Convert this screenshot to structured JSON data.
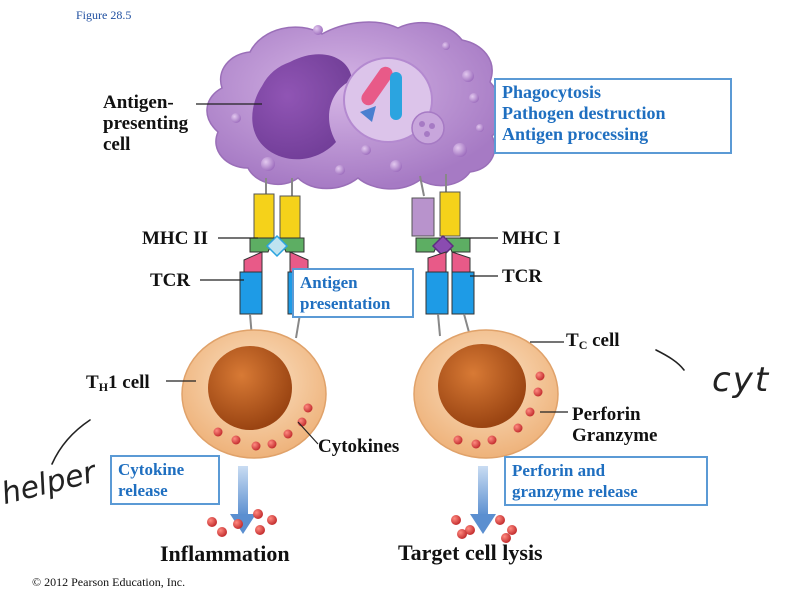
{
  "figure_label": "Figure 28.5",
  "copyright": "© 2012 Pearson Education, Inc.",
  "apc": {
    "label_line1": "Antigen-",
    "label_line2": "presenting",
    "label_line3": "cell"
  },
  "apc_functions": {
    "line1": "Phagocytosis",
    "line2": "Pathogen destruction",
    "line3": "Antigen processing"
  },
  "left": {
    "mhc_label": "MHC II",
    "tcr_label": "TCR",
    "presentation_line1": "Antigen",
    "presentation_line2": "presentation",
    "cell_label_pre": "T",
    "cell_label_sub": "H",
    "cell_label_post": "1 cell",
    "secretion_label": "Cytokines",
    "release_line1": "Cytokine",
    "release_line2": "release",
    "outcome": "Inflammation"
  },
  "right": {
    "mhc_label": "MHC I",
    "tcr_label": "TCR",
    "cell_label_pre": "T",
    "cell_label_sub": "C",
    "cell_label_post": " cell",
    "secretion_line1": "Perforin",
    "secretion_line2": "Granzyme",
    "release_line1": "Perforin and",
    "release_line2": "granzyme release",
    "outcome": "Target cell lysis"
  },
  "handwriting": {
    "left_word": "helper",
    "right_word": "cyt"
  },
  "colors": {
    "apc_fill": "#b98fd0",
    "mhc_yellow": "#f5d21a",
    "mhc_green": "#5dae63",
    "tcr_pink": "#e85a88",
    "tcr_blue": "#1e9be6",
    "tcell_fill": "#f3c89c",
    "nucleus": "#b8571a",
    "granule": "#d63a3a",
    "box_border": "#5b9ad5",
    "box_text": "#1f6fc0"
  }
}
